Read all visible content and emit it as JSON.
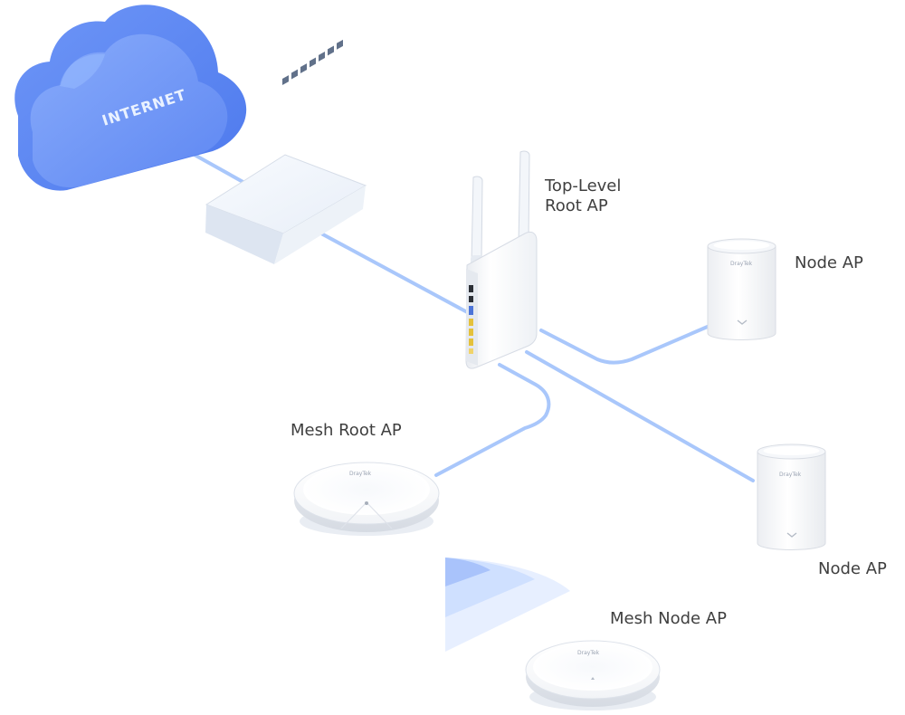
{
  "diagram": {
    "cloud": {
      "label": "INTERNET"
    },
    "devices": {
      "top_level": {
        "line1": "Top-Level",
        "line2": "Root AP"
      },
      "node_ap_1": {
        "label": "Node AP"
      },
      "node_ap_2": {
        "label": "Node AP"
      },
      "mesh_root": {
        "label": "Mesh Root AP"
      },
      "mesh_node": {
        "label": "Mesh Node AP"
      }
    },
    "brand_mark": "DrayTek"
  },
  "colors": {
    "cable": "#a9c7fb",
    "cloud_dark": "#4d79ed",
    "cloud_light": "#7ea6fb",
    "signal_strong": "#a9c3fb",
    "signal_soft": "#dce8ff",
    "label_text": "#3f3f3f"
  }
}
